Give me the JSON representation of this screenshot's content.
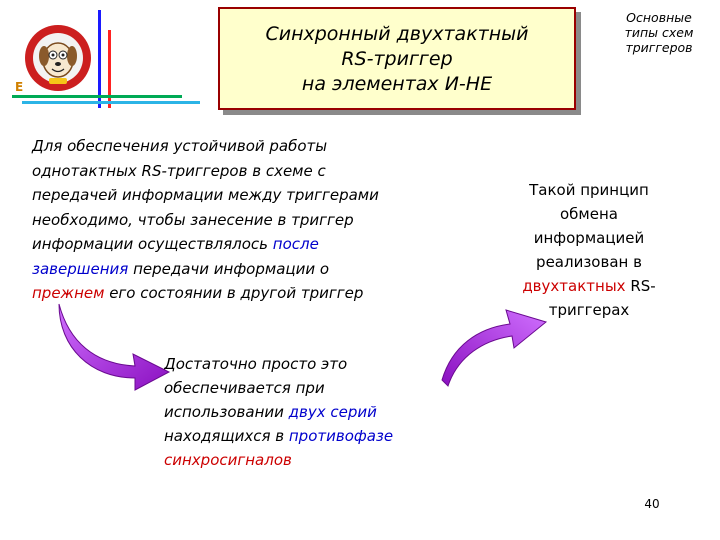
{
  "title": {
    "line1": "Синхронный двухтактный",
    "line2": "RS-триггер",
    "line3": "на элементах И-НЕ"
  },
  "corner_note": {
    "line1": "Основные",
    "line2": "типы схем",
    "line3": "триггеров"
  },
  "logo": {
    "icon": "cartoon-dog-icon",
    "letter": "E",
    "ring_color": "#cc1f1f"
  },
  "para1": {
    "l1": "Для обеспечения устойчивой работы",
    "l2": "однотактных RS-триггеров в схеме с",
    "l3": "передачей информации между триггерами",
    "l4": "необходимо, чтобы занесение в триггер",
    "l5a": "информации осуществлялось ",
    "l5b": "после",
    "l6a": "завершения",
    "l6b": " передачи информации о",
    "l7a": "прежнем",
    "l7b": " его состоянии в другой триггер"
  },
  "right_note": {
    "l1": "Такой принцип",
    "l2": "обмена",
    "l3": "информацией",
    "l4": "реализован в",
    "l5a": "двухтактных",
    "l5b": " RS-",
    "l6": "триггерах"
  },
  "para2": {
    "l1": "Достаточно просто это",
    "l2": "обеспечивается при",
    "l3a": "использовании ",
    "l3b": "двух серий",
    "l4a": "находящихся в ",
    "l4b": "противофазе",
    "l5": "синхросигналов"
  },
  "colors": {
    "emphasis_blue": "#0000cc",
    "emphasis_red": "#cc0000",
    "arrow": "#a020f0",
    "frame": "#990000",
    "title_bg": "#ffffcc"
  },
  "page_number": "40"
}
